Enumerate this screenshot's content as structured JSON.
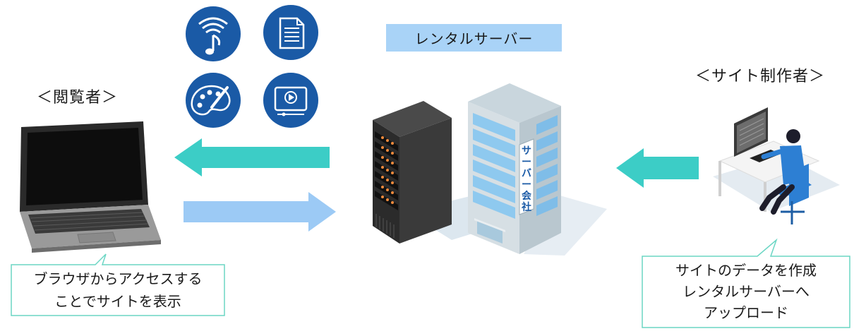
{
  "title": "レンタルサーバー",
  "viewer": {
    "label": "＜閲覧者＞",
    "callout": [
      "ブラウザからアクセスする",
      "ことでサイトを表示"
    ]
  },
  "creator": {
    "label": "＜サイト制作者＞",
    "callout": [
      "サイトのデータを作成",
      "レンタルサーバーへ",
      "アップロード"
    ]
  },
  "building_sign": "サーバー会社",
  "content_icons": [
    "music-icon",
    "document-icon",
    "paint-palette-icon",
    "video-player-icon"
  ],
  "colors": {
    "icon_blue": "#1a5aa6",
    "arrow_teal": "#3ccdc6",
    "arrow_light_blue": "#9ccaf5",
    "title_bg": "#a9d3f7",
    "callout_border": "#6bd6c4"
  }
}
